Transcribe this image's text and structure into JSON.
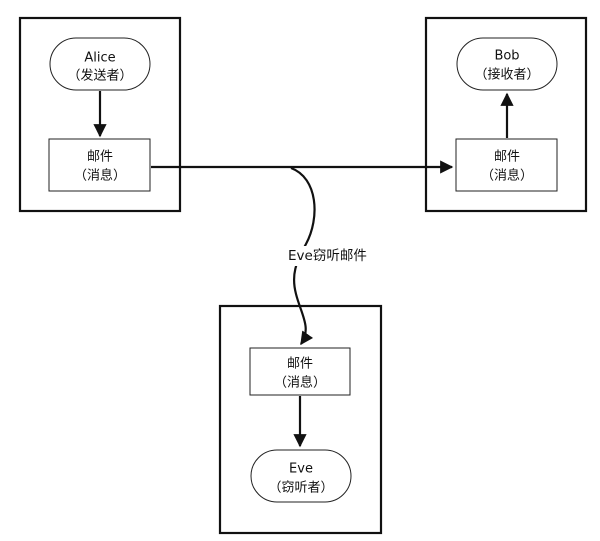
{
  "alice": {
    "name": "Alice",
    "role": "（发送者）",
    "message_line1": "邮件",
    "message_line2": "（消息）"
  },
  "bob": {
    "name": "Bob",
    "role": "（接收者）",
    "message_line1": "邮件",
    "message_line2": "（消息）"
  },
  "eve": {
    "name": "Eve",
    "role": "（窃听者）",
    "message_line1": "邮件",
    "message_line2": "（消息）"
  },
  "edges": {
    "eavesdrop_label": "Eve窃听邮件"
  }
}
